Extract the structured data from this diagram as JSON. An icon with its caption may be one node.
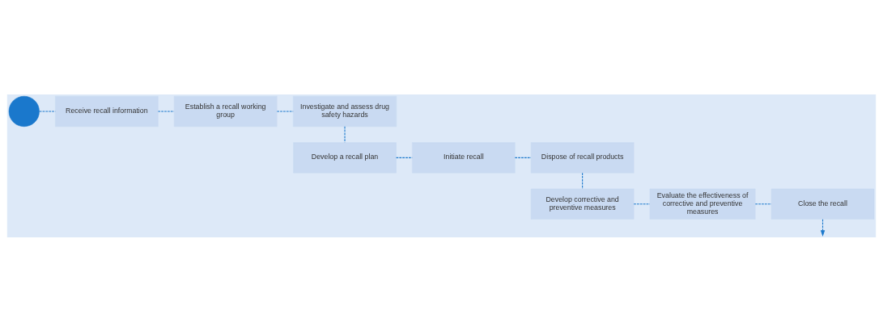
{
  "diagram": {
    "nodes": [
      {
        "text": [],
        "shape": "circle"
      },
      {
        "text": [
          "Receive recall information"
        ]
      },
      {
        "text": [
          "Establish a recall working group"
        ]
      },
      {
        "text": [
          "Investigate and assess drug safety hazards"
        ]
      },
      {
        "text": [
          "Develop a recall plan"
        ]
      },
      {
        "text": [
          "Initiate recall"
        ]
      },
      {
        "text": [
          "Dispose of recall products"
        ]
      },
      {
        "text": [
          "Develop corrective and preventive measures"
        ]
      },
      {
        "text": [
          "Evaluate the effectiveness of corrective and preventive measures"
        ]
      },
      {
        "text": [
          "Close the recall"
        ]
      }
    ],
    "edges": [
      {
        "from": 0,
        "to": 1,
        "arrow": "none",
        "style": "dashed"
      },
      {
        "from": 1,
        "to": 2,
        "arrow": "none",
        "style": "dashed"
      },
      {
        "from": 2,
        "to": 3,
        "arrow": "none",
        "style": "dashed"
      },
      {
        "from": 3,
        "to": 4,
        "arrow": "none",
        "style": "dashed"
      },
      {
        "from": 4,
        "to": 5,
        "arrow": "none",
        "style": "dashed"
      },
      {
        "from": 5,
        "to": 6,
        "arrow": "none",
        "style": "dashed"
      },
      {
        "from": 6,
        "to": 7,
        "arrow": "none",
        "style": "dashed"
      },
      {
        "from": 7,
        "to": 8,
        "arrow": "none",
        "style": "dashed"
      },
      {
        "from": 8,
        "to": 9,
        "arrow": "none",
        "style": "dashed"
      },
      {
        "from": 9,
        "to": null,
        "arrow": "to",
        "style": "dashed"
      }
    ]
  }
}
